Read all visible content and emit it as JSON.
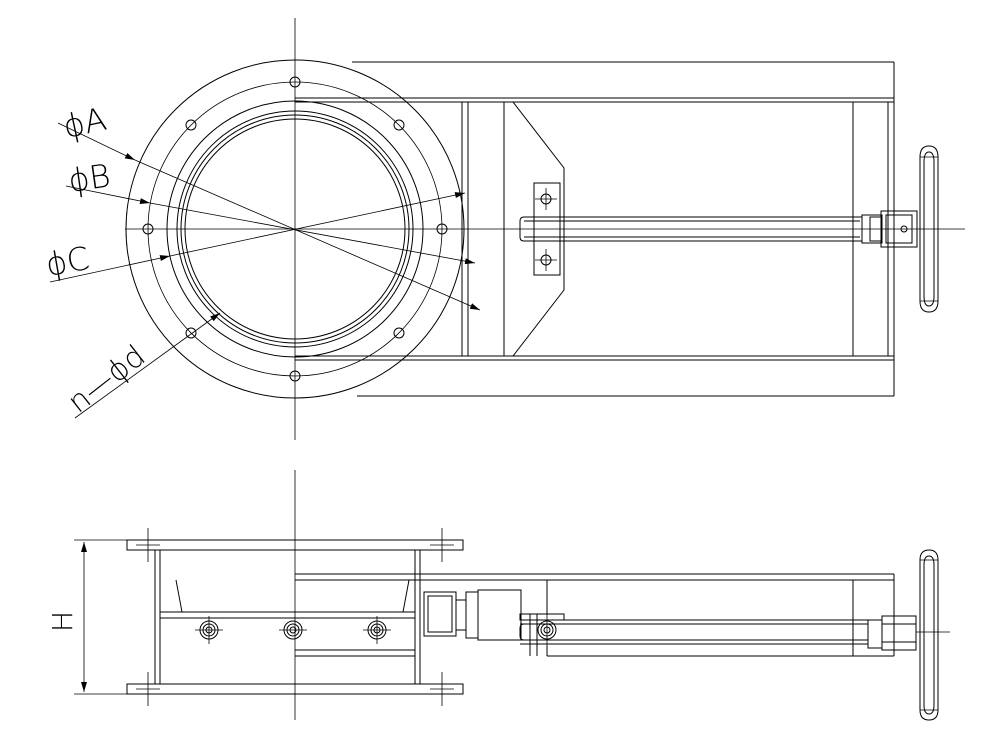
{
  "labels": {
    "dia_a": "ϕA",
    "dia_b": "ϕB",
    "dia_c": "ϕC",
    "holes": "n—ϕd",
    "height": "H"
  },
  "colors": {
    "line": "#000000",
    "background": "#ffffff"
  }
}
